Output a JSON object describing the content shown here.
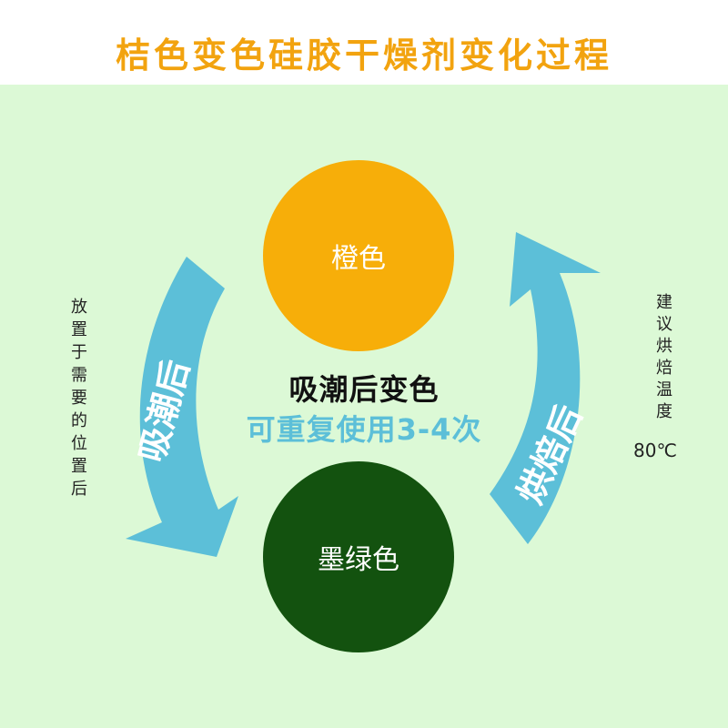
{
  "title": "桔色变色硅胶干燥剂变化过程",
  "colors": {
    "title": "#f2a30f",
    "panel_background": "#dcf9d6",
    "orange_circle": "#f7ae09",
    "green_circle": "#13520f",
    "arrow": "#5cbfd8",
    "center_highlight": "#5cbfd8"
  },
  "nodes": {
    "top": "橙色",
    "bottom": "墨绿色"
  },
  "center": {
    "line1": "吸潮后变色",
    "line2": "可重复使用3-4次"
  },
  "left_arrow": {
    "label": "吸潮后",
    "side_note": "放置于需要的位置后",
    "icon": "curved-arrow-down"
  },
  "right_arrow": {
    "label": "烘焙后",
    "side_note": "建议烘焙温度",
    "temperature": "80℃",
    "icon": "curved-arrow-up"
  }
}
